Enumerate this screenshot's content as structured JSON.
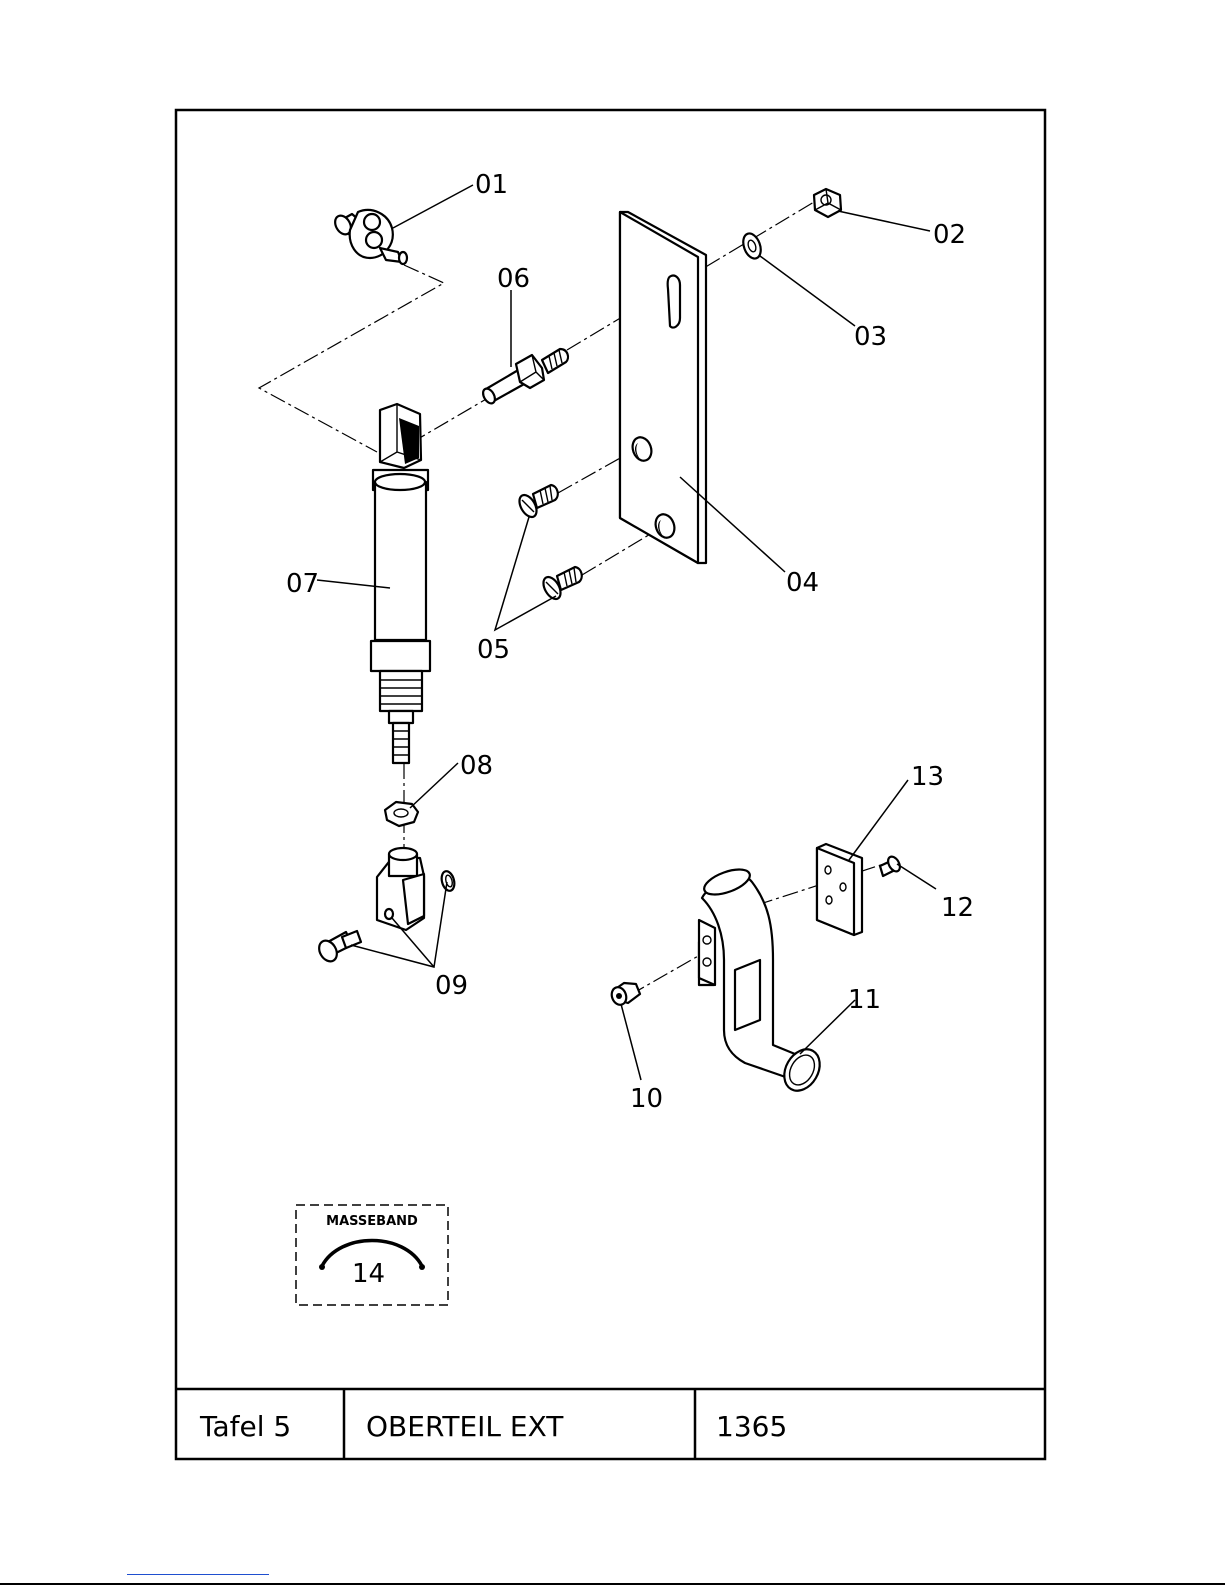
{
  "callouts": [
    "01",
    "02",
    "03",
    "04",
    "05",
    "06",
    "07",
    "08",
    "09",
    "10",
    "11",
    "12",
    "13",
    "14"
  ],
  "inset": {
    "label": "MASSEBAND",
    "number": "14"
  },
  "title_block": {
    "plate": "Tafel 5",
    "name": "OBERTEIL EXT",
    "code": "1365"
  }
}
